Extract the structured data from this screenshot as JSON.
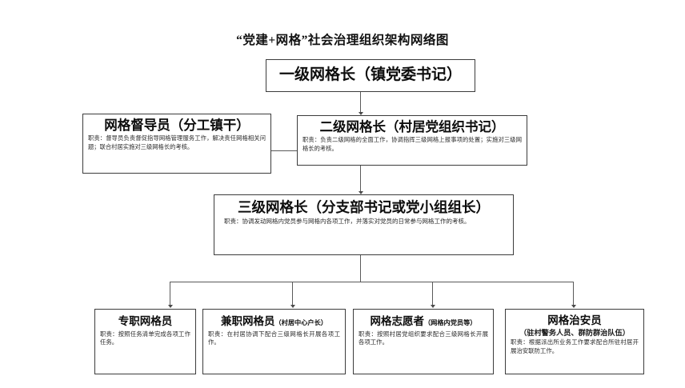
{
  "page": {
    "title": "“党建+网格”社会治理组织架构网络图",
    "background_color": "#ffffff",
    "line_color": "#5a5a5a",
    "border_color": "#3c3c3c"
  },
  "nodes": {
    "level1": {
      "title": "一级网格长（镇党委书记）"
    },
    "supervisor": {
      "title": "网格督导员（分工镇干）",
      "desc": "职责：督导员负责督促指导网格管理服务工作，解决责任网格相关问题；联合村居实施对三级网格长的考核。"
    },
    "level2": {
      "title": "二级网格长（村居党组织书记）",
      "desc": "职责：负责二级网格的全面工作，协调指挥三级网格上报事项的处置；实施对三级网格长的考核。"
    },
    "level3": {
      "title": "三级网格长（分支部书记或党小组组长）",
      "desc": "职责：协调发动网格内党员参与网格内各项工作，并落实对党员的日常参与网格工作的考核。"
    }
  },
  "leaves": [
    {
      "title": "专职网格员",
      "subtitle": "",
      "paren": "",
      "desc": "职责：按照任务清单完成各项工作任务。"
    },
    {
      "title": "兼职网格员",
      "subtitle": "（村居中心户长）",
      "paren": "",
      "desc": "职责：在村居协调下配合三级网格长开展各项工作。"
    },
    {
      "title": "网格志愿者",
      "subtitle": "（网格内党员等）",
      "paren": "",
      "desc": "职责：按照村居党组织要求配合三级网格长开展各项工作。"
    },
    {
      "title": "网格治安员",
      "subtitle": "",
      "paren": "（驻村警务人员、群防群治队伍）",
      "desc": "职责：根据派出所业务工作要求配合所驻村居开展治安联防工作。"
    }
  ]
}
